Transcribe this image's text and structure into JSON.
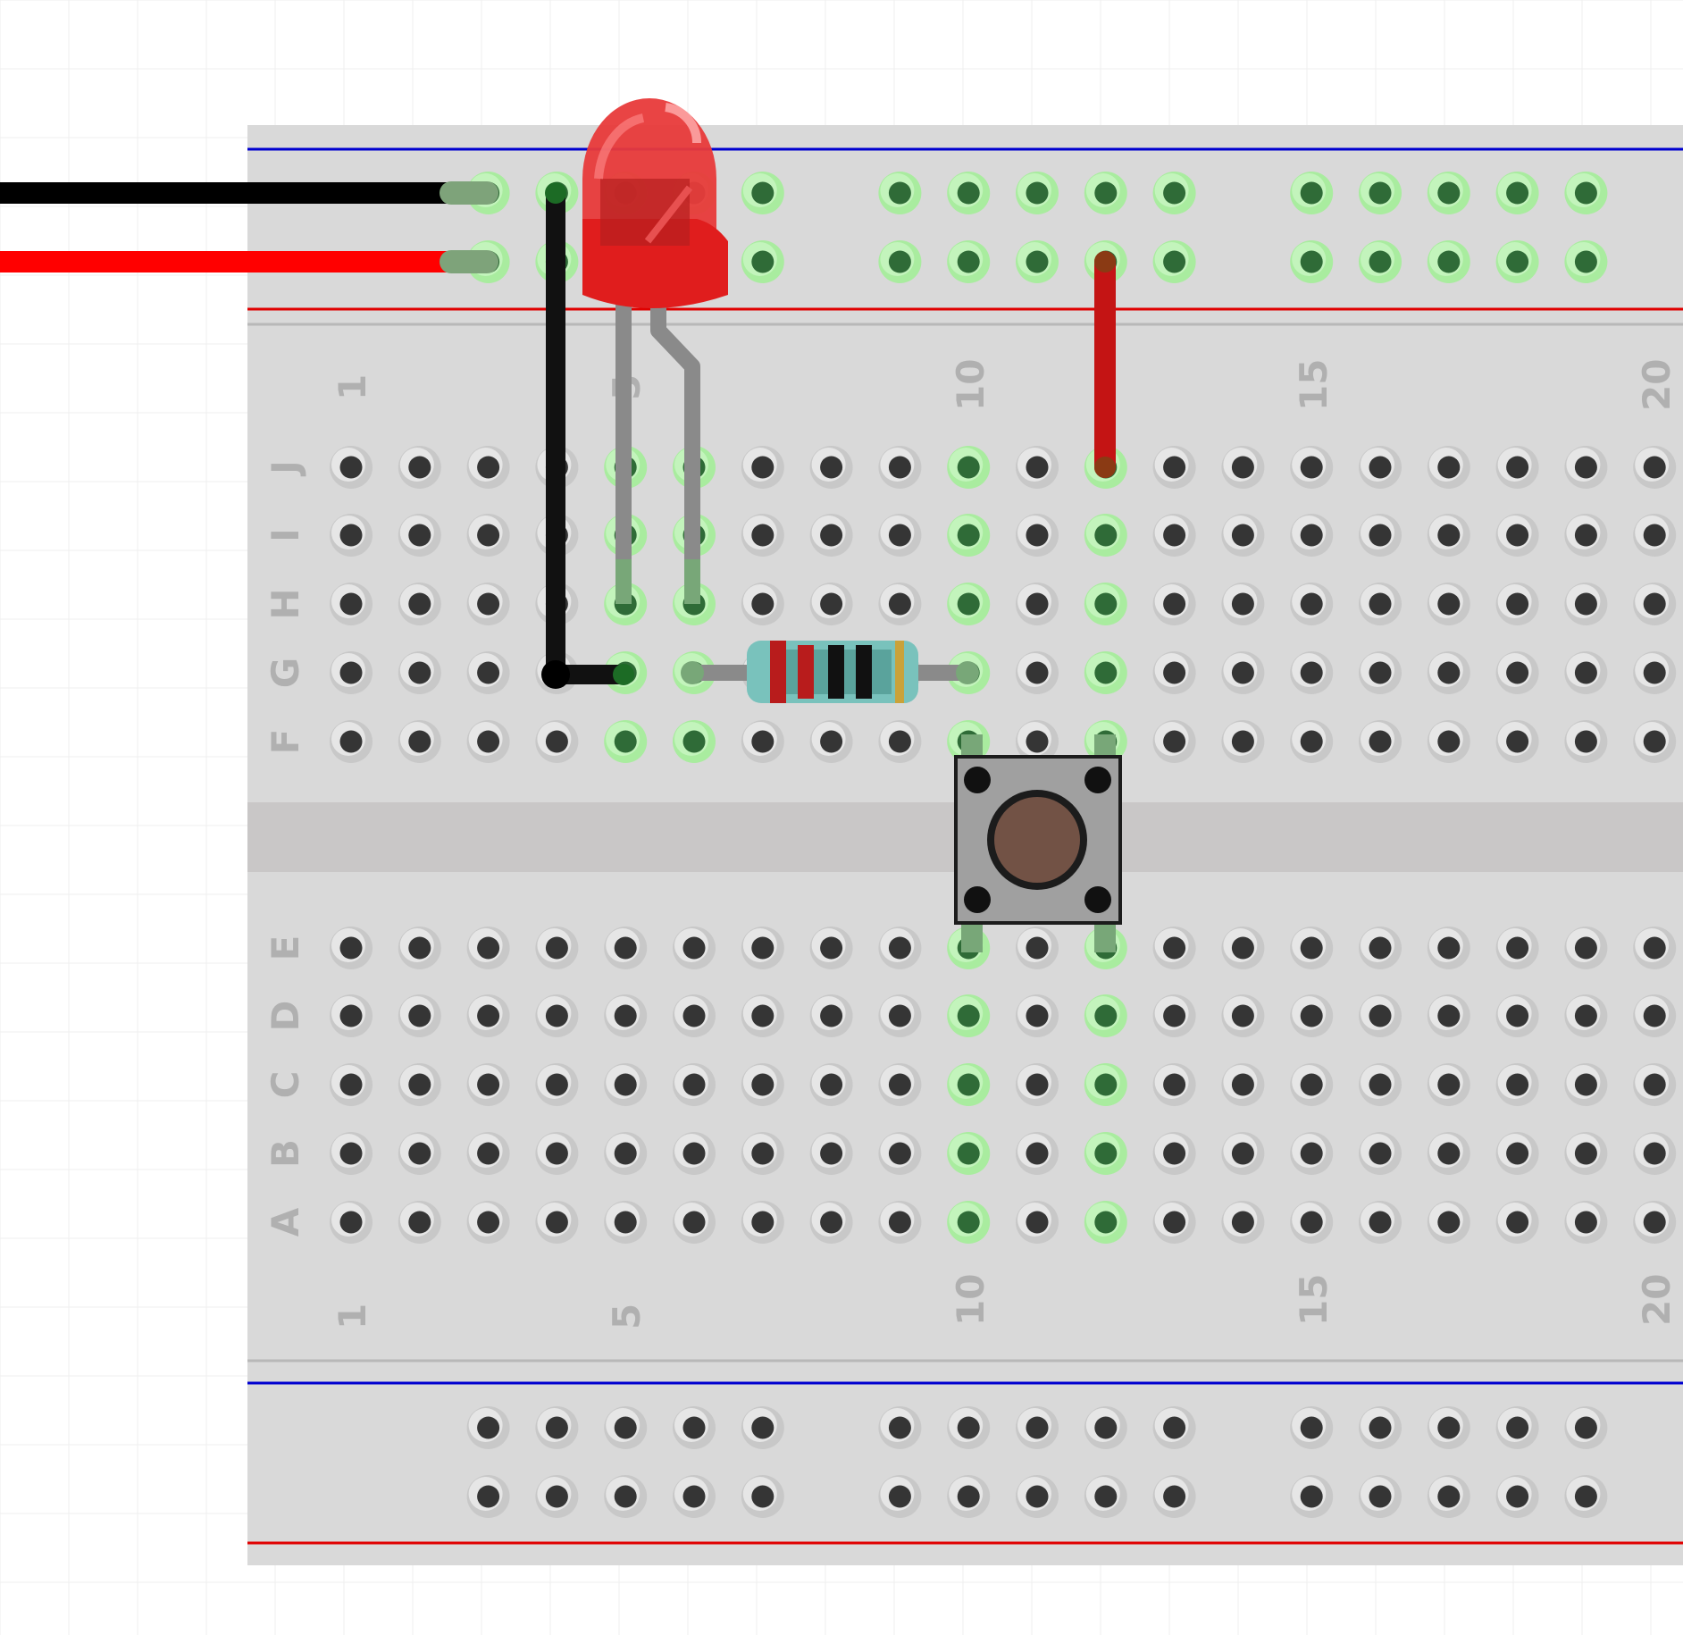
{
  "breadboard": {
    "column_labels": [
      "1",
      "5",
      "10",
      "15",
      "20"
    ],
    "row_labels_top": [
      "J",
      "I",
      "H",
      "G",
      "F"
    ],
    "row_labels_bottom": [
      "E",
      "D",
      "C",
      "B",
      "A"
    ]
  },
  "components": [
    {
      "name": "red-led",
      "color": "#e83a3a"
    },
    {
      "name": "resistor",
      "bands": [
        "#b81c1c",
        "#b81c1c",
        "#111111",
        "#111111",
        "#c9a23a"
      ]
    },
    {
      "name": "push-button",
      "cap_color": "#725245"
    }
  ],
  "wires": [
    {
      "name": "black-power-wire",
      "color": "#000000"
    },
    {
      "name": "red-power-wire",
      "color": "#ff0000"
    },
    {
      "name": "black-jumper-wire",
      "color": "#111111"
    },
    {
      "name": "red-jumper-wire",
      "color": "#c41414"
    }
  ],
  "colors": {
    "rail_positive": "#e00000",
    "rail_negative": "#0000d0",
    "board": "#d9d9d9",
    "connected_hole": "#a9ec9f"
  }
}
